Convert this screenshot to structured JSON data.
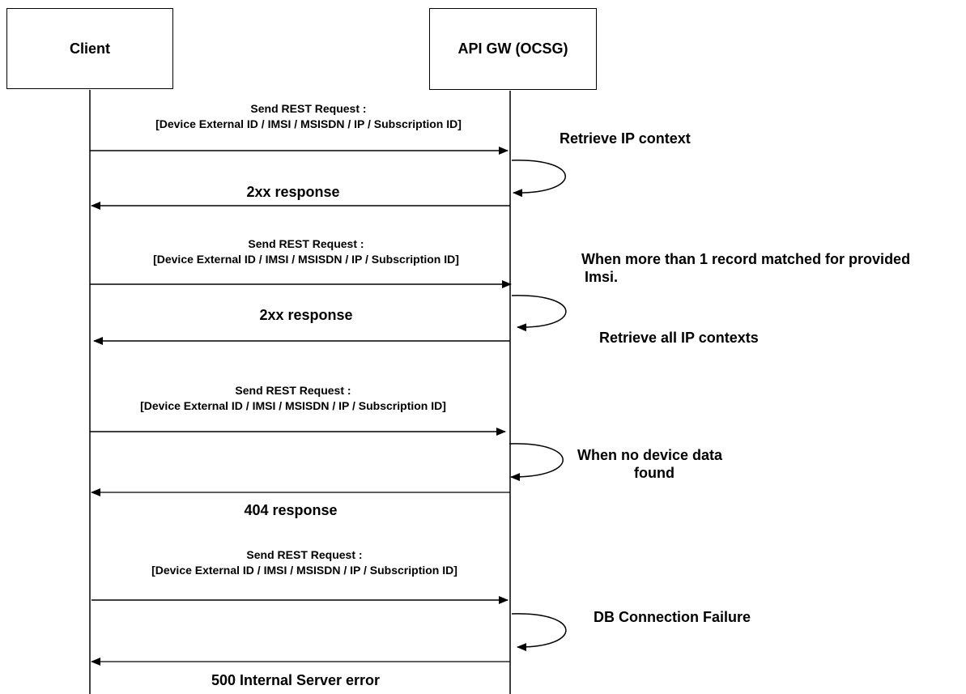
{
  "participants": {
    "client": "Client",
    "gateway": "API GW (OCSG)"
  },
  "flows": [
    {
      "request_line1": "Send REST Request :",
      "request_line2": "[Device External ID / IMSI / MSISDN / IP / Subscription ID]",
      "note_line1": "Retrieve IP context",
      "note_line2": "",
      "extra_note": "",
      "response": "2xx response"
    },
    {
      "request_line1": "Send REST Request :",
      "request_line2": "[Device External ID / IMSI / MSISDN / IP / Subscription ID]",
      "note_line1": "When more than 1 record matched for provided",
      "note_line2": "Imsi.",
      "extra_note": "Retrieve all IP contexts",
      "response": "2xx response"
    },
    {
      "request_line1": "Send REST Request :",
      "request_line2": "[Device External ID / IMSI / MSISDN / IP / Subscription ID]",
      "note_line1": "When no device data",
      "note_line2": "found",
      "extra_note": "",
      "response": "404 response"
    },
    {
      "request_line1": "Send REST Request :",
      "request_line2": "[Device External ID / IMSI / MSISDN / IP / Subscription ID]",
      "note_line1": "DB Connection Failure",
      "note_line2": "",
      "extra_note": "",
      "response": "500 Internal Server error"
    }
  ]
}
